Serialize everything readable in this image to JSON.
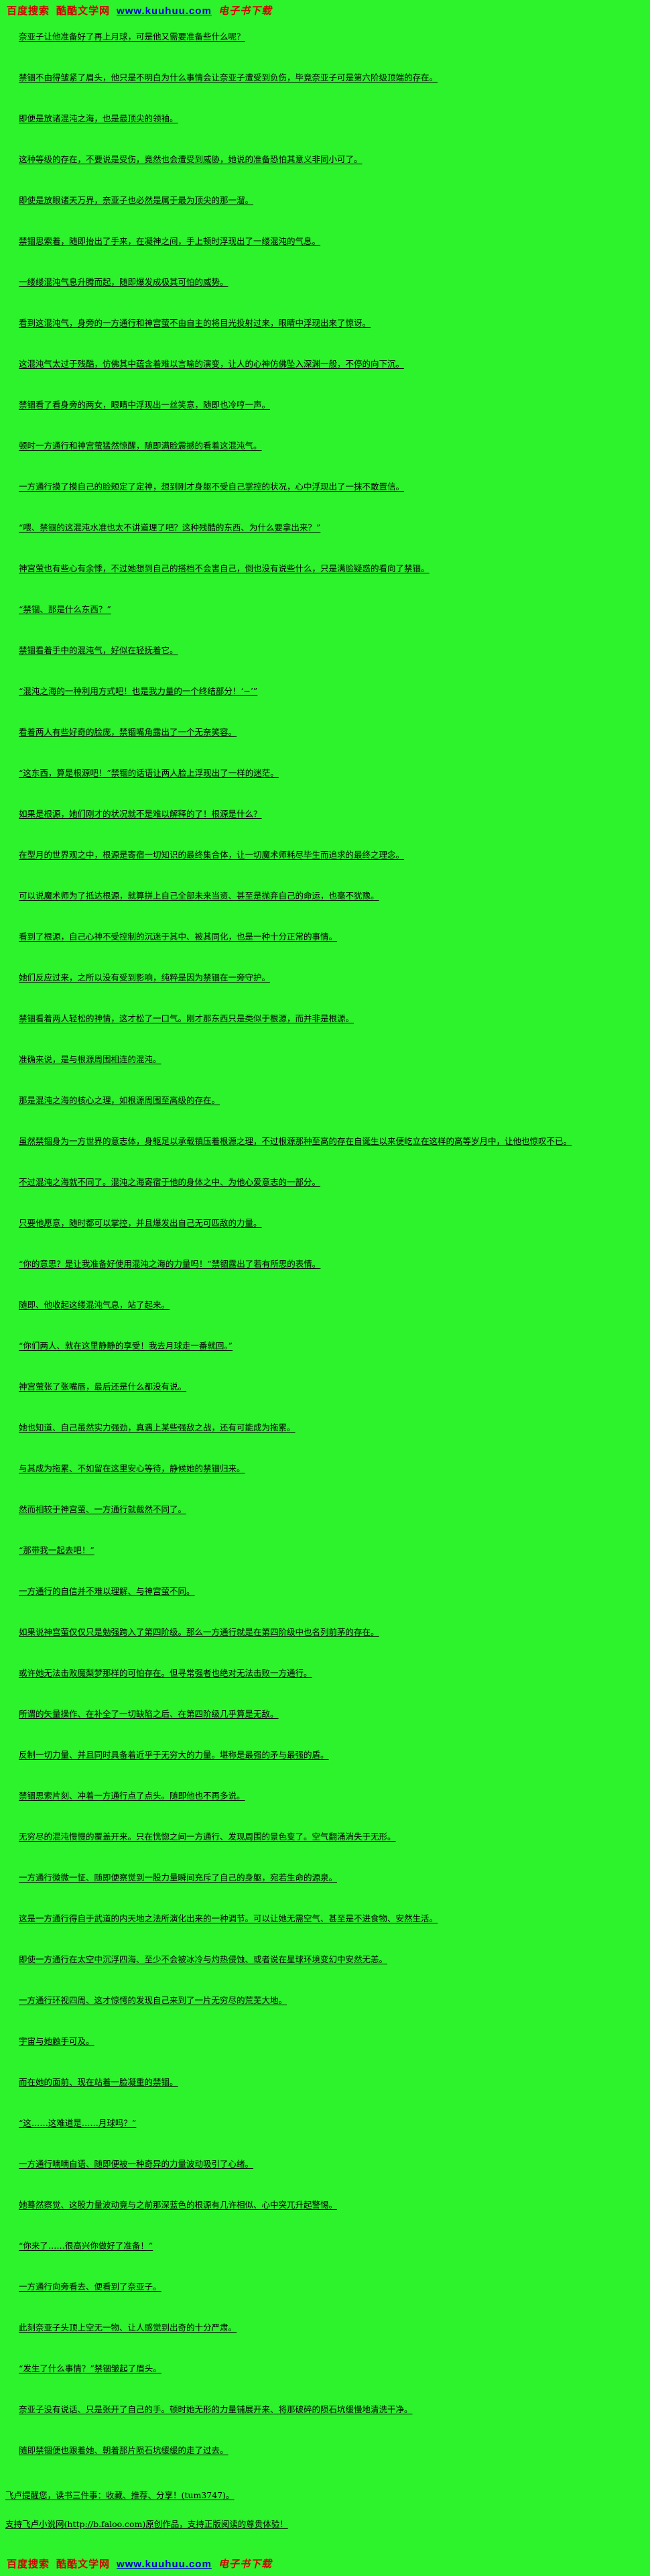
{
  "colors": {
    "background": "#2cf32c",
    "text": "#000000",
    "banner_red": "#d40000",
    "banner_blue": "#0000cc"
  },
  "banner": {
    "prefix": "百度搜索",
    "site": "酷酷文学网",
    "url": "www.kuuhuu.com",
    "suffix": "电子书下载"
  },
  "paragraphs": [
    "奈亚子让他准备好了再上月球，可是他又需要准备些什么呢？",
    "禁锢不由得皱紧了眉头，他只是不明白为什么事情会让奈亚子遭受到负伤，毕竟奈亚子可是第六阶级顶端的存在。",
    "即便是放诸混沌之海，也是最顶尖的领袖。",
    "这种等级的存在，不要说是受伤，竟然也会遭受到威胁，她说的准备恐怕其意义非同小可了。",
    "即使是放眼诸天万界，奈亚子也必然是属于最为顶尖的那一溜。",
    "禁锢思索着，随即抬出了手来，在凝神之间，手上顿时浮现出了一缕混沌的气息。",
    "一缕缕混沌气息升腾而起，随即爆发成极其可怕的威势。",
    "看到这混沌气，身旁的一方通行和神宫萤不由自主的将目光投射过来，眼睛中浮现出来了惊讶。",
    "这混沌气太过于残酷，仿佛其中蕴含着难以言喻的演变，让人的心神仿佛坠入深渊一般，不停的向下沉。",
    "禁锢看了看身旁的两女，眼睛中浮现出一丝笑意，随即也冷哼一声。",
    "顿时一方通行和神宫萤猛然惊醒，随即满脸震撼的看着这混沌气。",
    "一方通行摸了摸自己的脸颊定了定神，想到刚才身躯不受自己掌控的状况，心中浮现出了一抹不敢置信。",
    "“喂、禁锢的这混沌水准也太不讲道理了吧？这种残酷的东西、为什么要拿出来？”",
    "神宫萤也有些心有余悸，不过她想到自己的搭档不会害自己，倒也没有说些什么，只是满脸疑惑的看向了禁锢。",
    "“禁锢、那是什么东西？”",
    "禁锢看着手中的混沌气，好似在轻抚着它。",
    "“混沌之海的一种利用方式吧！也是我力量的一个终结部分！‘~’”",
    "看着两人有些好奇的脸庞，禁锢嘴角露出了一个无奈笑容。",
    "“这东西，算是根源吧！”禁锢的话语让两人脸上浮现出了一样的迷茫。",
    "如果是根源，她们刚才的状况就不是难以解释的了！根源是什么？",
    "在型月的世界观之中，根源是寄宿一切知识的最终集合体，让一切魔术师耗尽毕生而追求的最终之理念。",
    "可以说魔术师为了抵达根源，就算拼上自己全部未来当资、甚至是抛弃自己的命运，也毫不犹豫。",
    "看到了根源，自己心神不受控制的沉迷于其中、被其同化，也是一种十分正常的事情。",
    "她们反应过来，之所以没有受到影响，纯粹是因为禁锢在一旁守护。",
    "禁锢看着两人轻松的神情，这才松了一口气。刚才那东西只是类似于根源，而并非是根源。",
    "准确来说，是与根源周围相连的混沌。",
    "那是混沌之海的核心之理，如根源周围至高级的存在。",
    "虽然禁锢身为一方世界的意志体，身躯足以承载镇压着根源之理，不过根源那种至高的存在自诞生以来便屹立在这样的高等岁月中，让他也惊叹不已。",
    "不过混沌之海就不同了。混沌之海寄宿于他的身体之中、为他心爱意志的一部分。",
    "只要他愿意，随时都可以掌控，并且爆发出自己无可匹敌的力量。",
    "“你的意思？是让我准备好使用混沌之海的力量吗！”禁锢露出了若有所思的表情。",
    "随即、他收起这缕混沌气息，站了起来。",
    "“你们两人、就在这里静静的享受！我去月球走一番就回。”",
    "神宫萤张了张嘴唇，最后还是什么都没有说。",
    "她也知道、自己虽然实力强劲，真遇上某些强敌之战，还有可能成为拖累。",
    "与其成为拖累、不如留在这里安心等待，静候她的禁锢归来。",
    "然而相较于神宫萤、一方通行就截然不同了。",
    "“那带我一起去吧！”",
    "一方通行的自信并不难以理解、与神宫萤不同。",
    "如果说神宫萤仅仅只是勉强跨入了第四阶级。那么一方通行就是在第四阶级中也名列前茅的存在。",
    "或许她无法击败魔梨梦那样的可怕存在。但寻常强者也绝对无法击败一方通行。",
    "所谓的矢量操作、在补全了一切缺陷之后、在第四阶级几乎算是无敌。",
    "反制一切力量、并且同时具备着近乎于无穷大的力量。堪称是最强的矛与最强的盾。",
    "禁锢思索片刻、冲着一方通行点了点头。随即他也不再多说。",
    "无穷尽的混沌慢慢的覆盖开来。只在恍惚之间一方通行、发现周围的景色变了。空气翻涌消失于无形。",
    "一方通行微微一怔、随即便察觉到一股力量瞬间充斥了自己的身躯，宛若生命的源泉。",
    "这是一方通行得自于武道的内天地之法所演化出来的一种调节。可以让她无需空气、甚至是不进食物、安然生活。",
    "即使一方通行在太空中沉浮四海、至少不会被冰冷与灼热侵蚀、或者说在星球环境变幻中安然无恙。",
    "一方通行环视四周、这才惊愕的发现自己来到了一片无穷尽的荒芜大地。",
    "宇宙与她触手可及。",
    "而在她的面前、现在站着一脸凝重的禁锢。",
    "“这……这难道是……月球吗？”",
    "一方通行喃喃自语、随即便被一种奇异的力量波动吸引了心绪。",
    "她蓦然察觉、这股力量波动竟与之前那深蓝色的根源有几许相似、心中突兀升起警惕。",
    "“你来了……很高兴你做好了准备！”",
    "一方通行向旁看去、便看到了奈亚子。",
    "此刻奈亚子头顶上空无一物、让人感觉到出奇的十分严肃。",
    "“发生了什么事情？”禁锢皱起了眉头。",
    "奈亚子没有说话、只是张开了自己的手。顿时她无形的力量铺展开来、将那破碎的陨石坑缓慢地清洗干净。",
    "随即禁锢便也跟着她、朝着那片陨石坑缓缓的走了过去。"
  ],
  "footer": {
    "line1": "飞卢提醒您，读书三件事：收藏、推荐、分享！(tum3747)。",
    "line2": "支持飞卢小说网(http://b.faloo.com)原创作品，支持正版阅读的尊贵体验！"
  }
}
